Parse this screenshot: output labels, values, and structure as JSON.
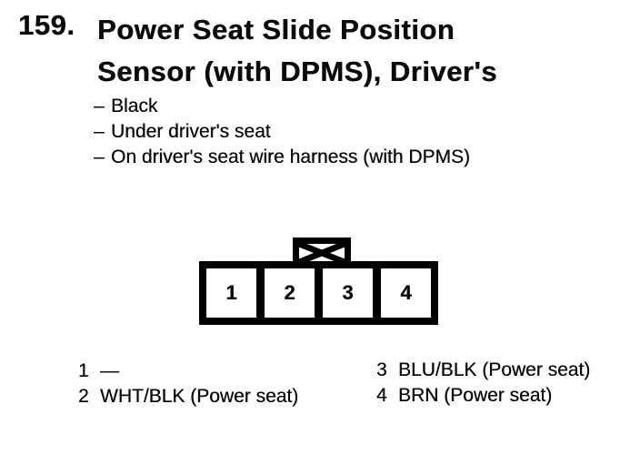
{
  "document": {
    "heading": {
      "number": "159.",
      "line1": "Power Seat Slide Position",
      "line2": "Sensor (with DPMS), Driver's"
    },
    "details": {
      "dash": "–",
      "items": [
        "Black",
        "Under driver's seat",
        "On driver's seat wire harness (with DPMS)"
      ]
    },
    "connector": {
      "cells": [
        "1",
        "2",
        "3",
        "4"
      ],
      "colors": {
        "outline": "#000000",
        "cavity_fill": "#ffffff"
      }
    },
    "pinout": {
      "left": [
        {
          "pin": "1",
          "wire": "—"
        },
        {
          "pin": "2",
          "wire": "WHT/BLK (Power seat)"
        }
      ],
      "right": [
        {
          "pin": "3",
          "wire": "BLU/BLK (Power seat)"
        },
        {
          "pin": "4",
          "wire": "BRN (Power seat)"
        }
      ]
    }
  }
}
